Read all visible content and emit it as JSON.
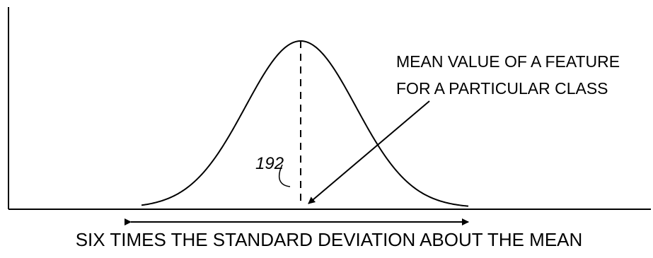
{
  "figure": {
    "reference_numeral": "192",
    "mean_label_line1": "MEAN VALUE OF A FEATURE",
    "mean_label_line2": "FOR A PARTICULAR CLASS",
    "span_label": "SIX TIMES THE STANDARD DEVIATION ABOUT THE MEAN"
  }
}
